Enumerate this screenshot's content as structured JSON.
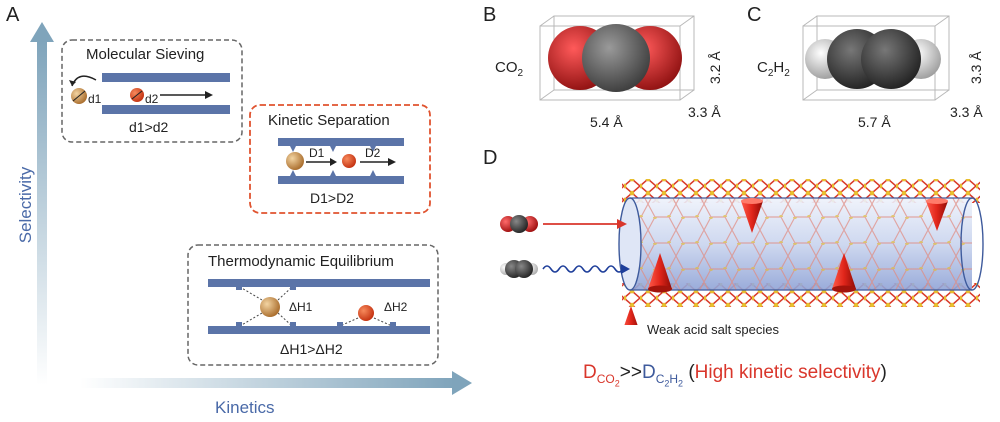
{
  "panels": {
    "a": "A",
    "b": "B",
    "c": "C",
    "d": "D"
  },
  "axes": {
    "y_label": "Selectivity",
    "x_label": "Kinetics"
  },
  "sieving": {
    "title": "Molecular Sieving",
    "d1": "d1",
    "d2": "d2",
    "relation": "d1>d2"
  },
  "kinetic": {
    "title": "Kinetic Separation",
    "D1": "D1",
    "D2": "D2",
    "relation": "D1>D2"
  },
  "thermo": {
    "title": "Thermodynamic Equilibrium",
    "h1": "ΔH1",
    "h2": "ΔH2",
    "relation": "ΔH1>ΔH2"
  },
  "co2": {
    "label_main": "CO",
    "label_sub": "2",
    "length": "5.4 Å",
    "height": "3.2 Å",
    "depth": "3.3 Å"
  },
  "c2h2": {
    "label_c": "C",
    "label_sub1": "2",
    "label_h": "H",
    "label_sub2": "2",
    "length": "5.7 Å",
    "height": "3.3 Å",
    "depth": "3.3 Å"
  },
  "legend": {
    "weak_acid": "Weak acid salt species"
  },
  "conclusion": {
    "d1": "D",
    "co2_sub": "CO",
    "co2_subsub": "2",
    "gg": ">>",
    "d2": "D",
    "c2h2_c": "C",
    "c2h2_sub1": "2",
    "c2h2_h": "H",
    "c2h2_sub2": "2",
    "paren_open": "(",
    "text": "High kinetic selectivity",
    "paren_close": ")"
  },
  "colors": {
    "accent_red": "#d9362b",
    "accent_blue": "#3e5a9c",
    "box_dash_red": "#e0532f",
    "box_dash_grey": "#666666",
    "bar_blue": "#5b74a8",
    "axis_arrow": "#8fb0c4"
  }
}
